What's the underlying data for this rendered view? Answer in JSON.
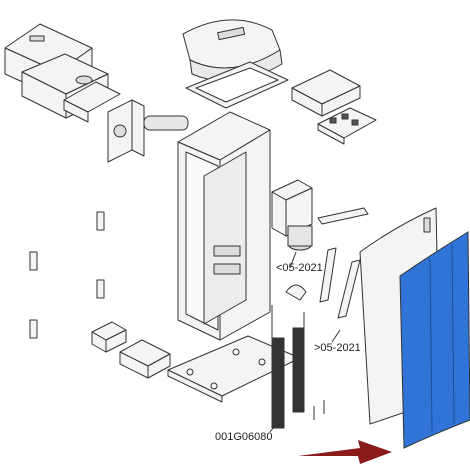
{
  "diagram": {
    "labels": {
      "revision_before": "<05-2021",
      "revision_after": ">05-2021",
      "part_code": "001G06080"
    },
    "colors": {
      "highlight_panel": "#2f74d6",
      "arrow": "#8b1a1a",
      "line": "#333333",
      "fill": "#f2f2f2"
    },
    "icons": {
      "pointer": "arrow-right-icon"
    }
  }
}
